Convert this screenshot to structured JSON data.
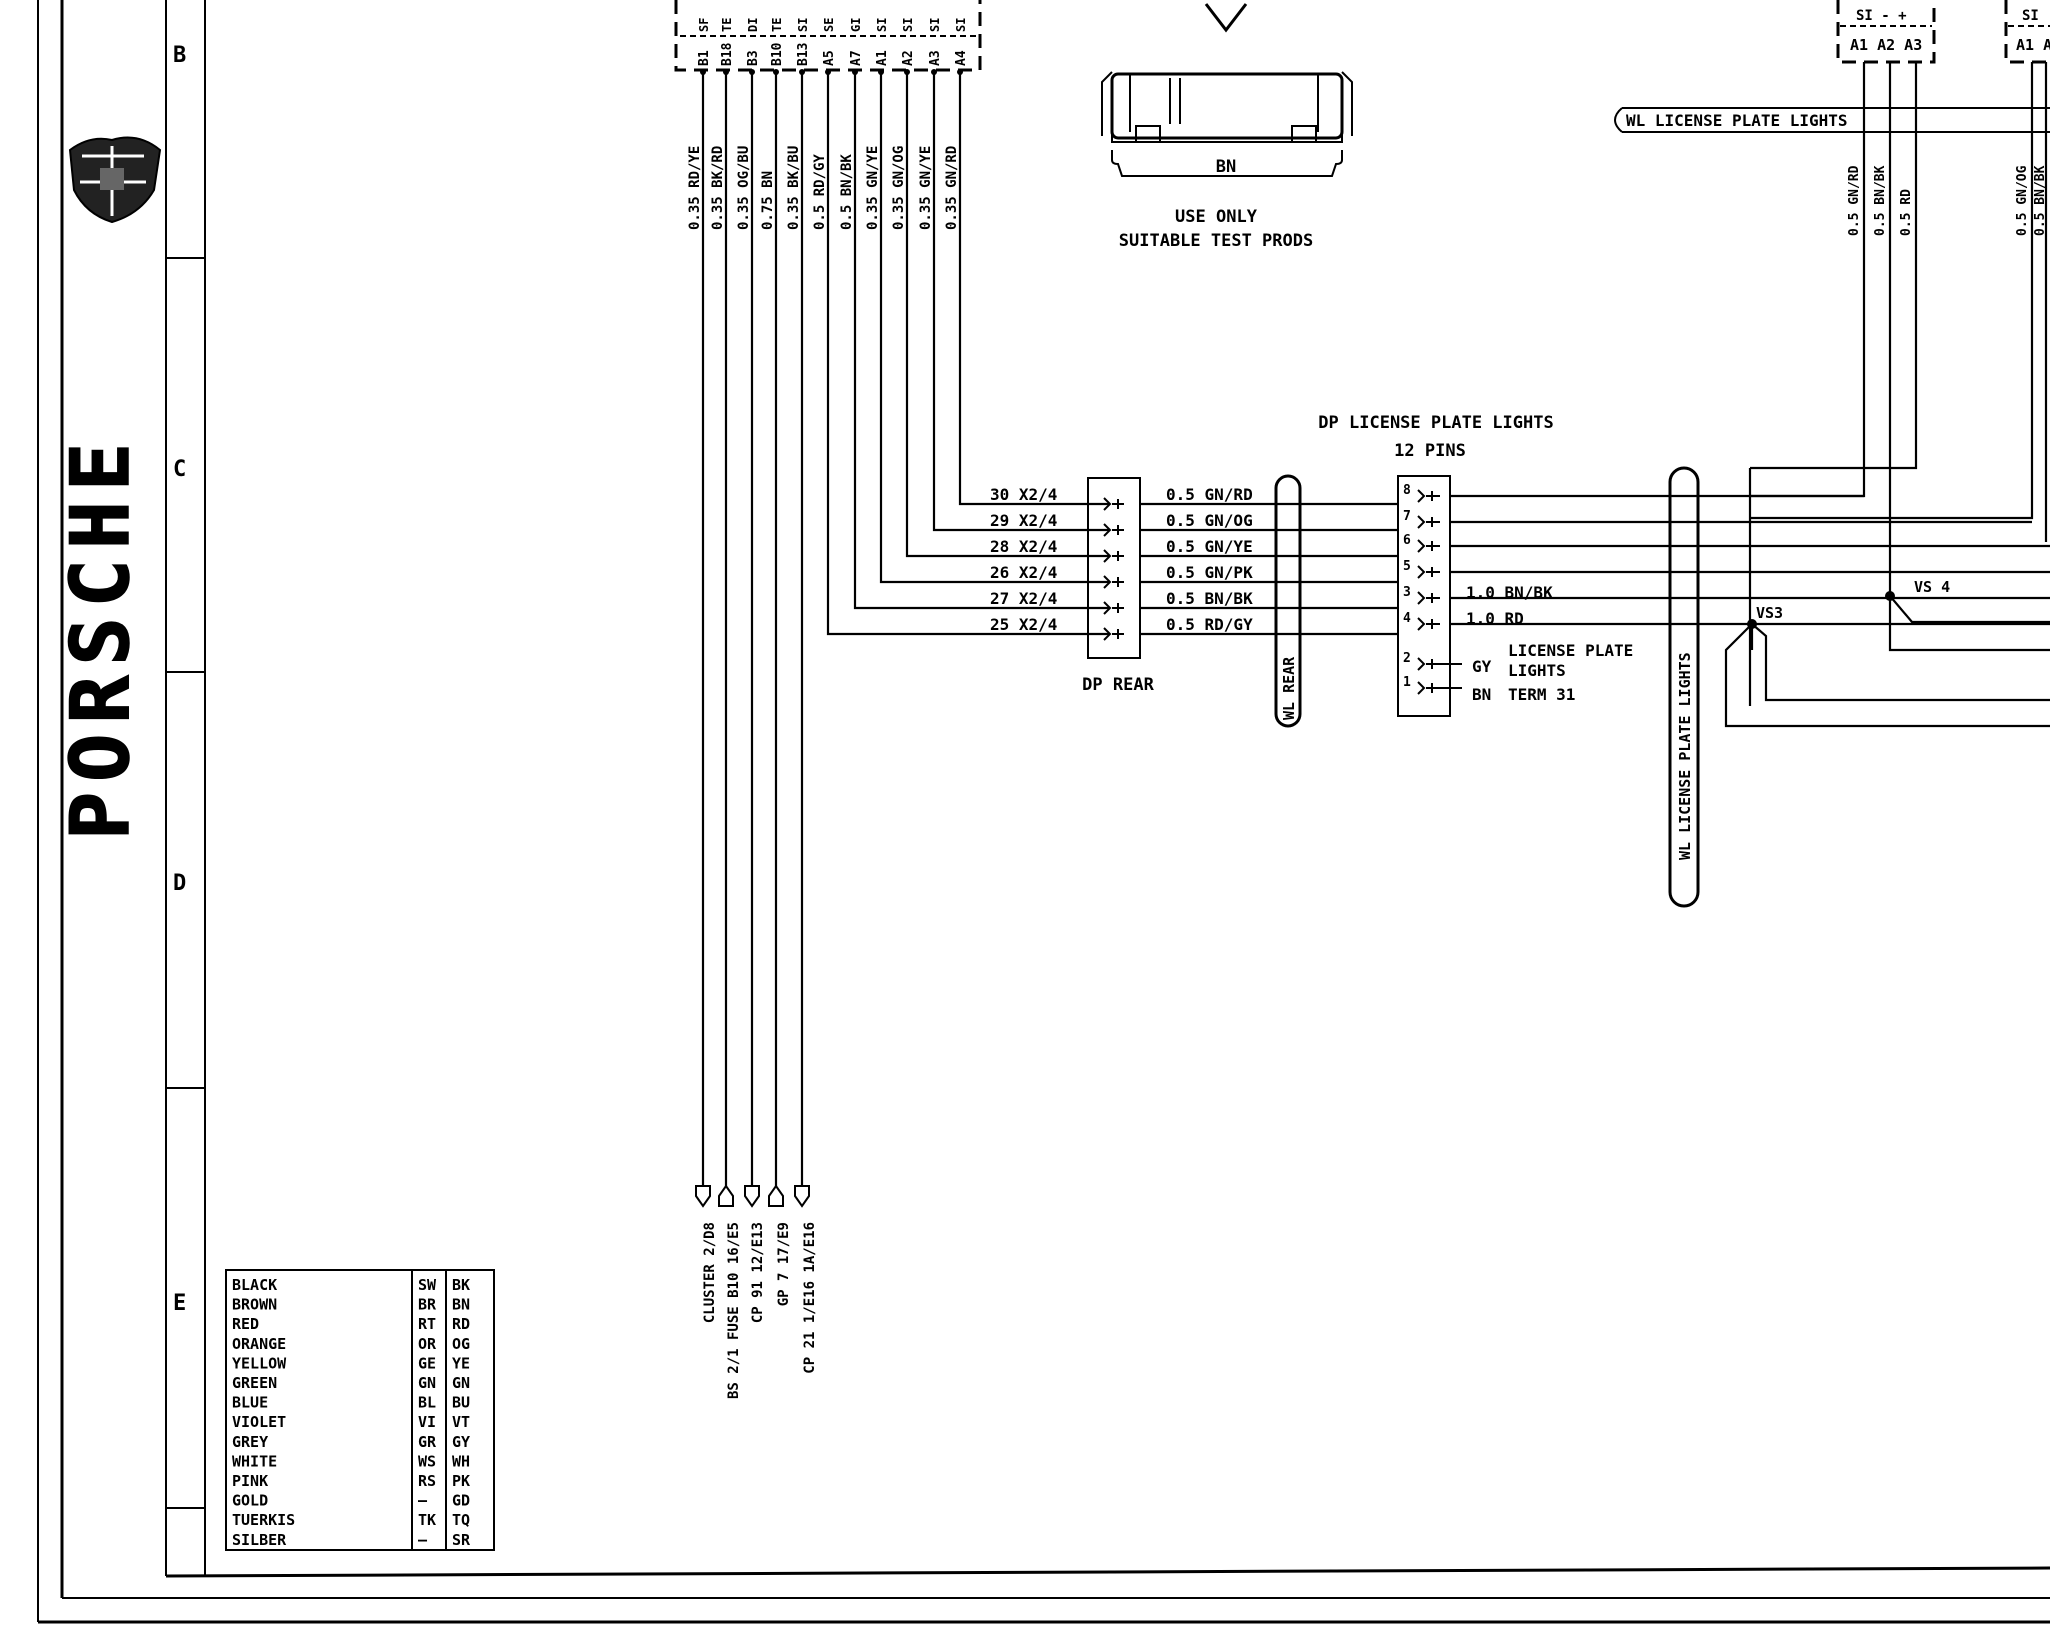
{
  "brand": {
    "name": "PORSCHE",
    "logo_icon": "porsche-crest-icon"
  },
  "grid_rows": [
    "B",
    "C",
    "D",
    "E"
  ],
  "top_connector": {
    "header_labels": [
      "SF",
      "TE",
      "DI",
      "TE",
      "SI",
      "SE",
      "GI",
      "SI",
      "SI",
      "SI",
      "SI"
    ],
    "pins": [
      "B1",
      "B18",
      "B3",
      "B10",
      "B13",
      "A5",
      "A7",
      "A1",
      "A2",
      "A3",
      "A4"
    ],
    "wires": [
      "0.35 RD/YE",
      "0.35 BK/RD",
      "0.35 OG/BU",
      "0.75 BN",
      "0.35 BK/BU",
      "0.5 RD/GY",
      "0.5 BN/BK",
      "0.35 GN/YE",
      "0.35 GN/OG",
      "0.35 GN/YE",
      "0.35 GN/RD"
    ]
  },
  "bottom_refs": [
    "CLUSTER  2/D8",
    "BS 2/1 FUSE B10  16/E5",
    "CP 91  12/E13",
    "GP 7  17/E9",
    "CP 21 1/E16  1A/E16"
  ],
  "test_prod": {
    "color": "BN",
    "note1": "USE ONLY",
    "note2": "SUITABLE TEST PRODS"
  },
  "dp_rear": {
    "label": "DP REAR",
    "rows": [
      {
        "ref": "30 X2/4",
        "wire": "0.5 GN/RD"
      },
      {
        "ref": "29 X2/4",
        "wire": "0.5 GN/OG"
      },
      {
        "ref": "28 X2/4",
        "wire": "0.5 GN/YE"
      },
      {
        "ref": "26 X2/4",
        "wire": "0.5 GN/PK"
      },
      {
        "ref": "27 X2/4",
        "wire": "0.5 BN/BK"
      },
      {
        "ref": "25 X2/4",
        "wire": "0.5 RD/GY"
      }
    ]
  },
  "wl_rear": "WL REAR",
  "dp_license": {
    "title": "DP LICENSE PLATE LIGHTS",
    "pins_label": "12 PINS",
    "pins": [
      "8",
      "7",
      "6",
      "5",
      "3",
      "4",
      "2",
      "1"
    ],
    "wire_3": "1.0 BN/BK",
    "wire_4": "1.0 RD",
    "gy": "GY",
    "bn": "BN",
    "lp_line1": "LICENSE PLATE",
    "lp_line2": "LIGHTS",
    "term": "TERM 31"
  },
  "wl_license_vertical": "WL LICENSE PLATE LIGHTS",
  "wl_license_top": "WL LICENSE PLATE LIGHTS",
  "splices": {
    "vs3": "VS3",
    "vs4": "VS 4"
  },
  "right_connector_a": {
    "header": "SI   -  +",
    "pins": "A1 A2 A3",
    "wires": [
      "0.5 GN/RD",
      "0.5 BN/BK",
      "0.5 RD"
    ]
  },
  "right_connector_b": {
    "header": "SI",
    "pins": "A1 A",
    "wires": [
      "0.5 GN/OG",
      "0.5 BN/BK"
    ]
  },
  "color_legend": [
    {
      "name": "BLACK",
      "de": "SW",
      "en": "BK"
    },
    {
      "name": "BROWN",
      "de": "BR",
      "en": "BN"
    },
    {
      "name": "RED",
      "de": "RT",
      "en": "RD"
    },
    {
      "name": "ORANGE",
      "de": "OR",
      "en": "OG"
    },
    {
      "name": "YELLOW",
      "de": "GE",
      "en": "YE"
    },
    {
      "name": "GREEN",
      "de": "GN",
      "en": "GN"
    },
    {
      "name": "BLUE",
      "de": "BL",
      "en": "BU"
    },
    {
      "name": "VIOLET",
      "de": "VI",
      "en": "VT"
    },
    {
      "name": "GREY",
      "de": "GR",
      "en": "GY"
    },
    {
      "name": "WHITE",
      "de": "WS",
      "en": "WH"
    },
    {
      "name": "PINK",
      "de": "RS",
      "en": "PK"
    },
    {
      "name": "GOLD",
      "de": "—",
      "en": "GD"
    },
    {
      "name": "TUERKIS",
      "de": "TK",
      "en": "TQ"
    },
    {
      "name": "SILBER",
      "de": "—",
      "en": "SR"
    }
  ]
}
